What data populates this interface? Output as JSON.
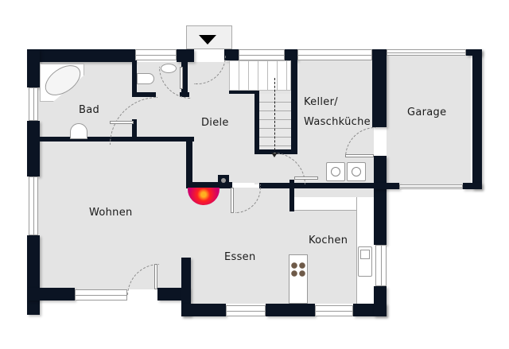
{
  "plan": {
    "entrance": {
      "icon": "entrance-arrow-icon"
    },
    "rooms": [
      {
        "id": "bad",
        "label": "Bad"
      },
      {
        "id": "diele",
        "label": "Diele"
      },
      {
        "id": "keller",
        "label_line1": "Keller/",
        "label_line2": "Waschküche"
      },
      {
        "id": "garage",
        "label": "Garage"
      },
      {
        "id": "wohnen",
        "label": "Wohnen"
      },
      {
        "id": "essen",
        "label": "Essen"
      },
      {
        "id": "kochen",
        "label": "Kochen"
      }
    ],
    "fixtures": [
      "bathtub",
      "toilet",
      "washbasin",
      "sink",
      "staircase",
      "washing-machine",
      "dryer",
      "stove",
      "kitchen-sink",
      "fireplace"
    ]
  }
}
